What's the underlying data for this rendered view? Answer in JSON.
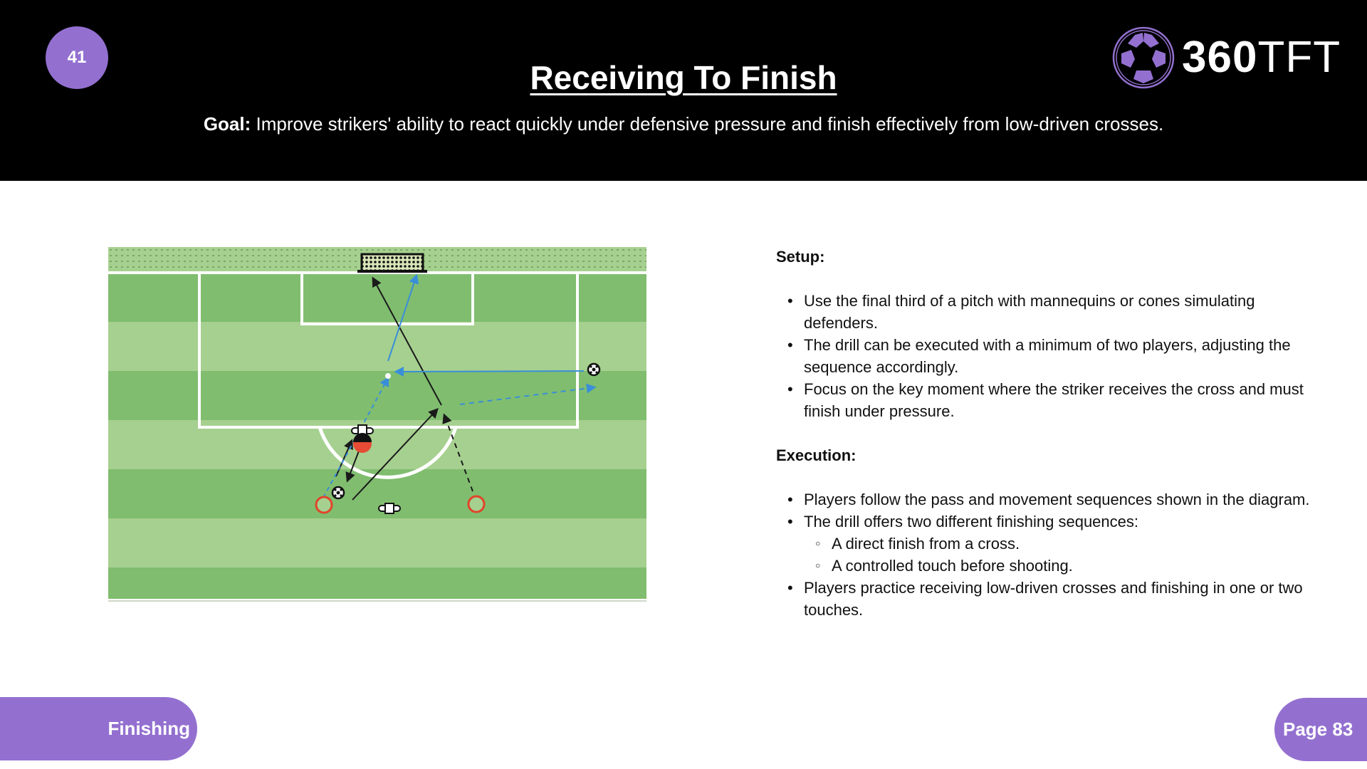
{
  "header": {
    "drill_number": "41",
    "title": "Receiving To Finish",
    "goal_label": "Goal:",
    "goal_text": " Improve strikers' ability to react quickly under defensive pressure and finish effectively from low-driven crosses."
  },
  "logo": {
    "icon": "soccer-ball-icon",
    "number": "360",
    "letters": "TFT"
  },
  "colors": {
    "accent": "#9370d0",
    "header_bg": "#000000",
    "pitch_dark": "#80bd6f",
    "pitch_light": "#a6d08f",
    "pass_blue": "#3a8fd8",
    "cone_red": "#e0452b",
    "player_red": "#e64b35"
  },
  "diagram": {
    "description": "Final third pitch diagram with goal, penalty box, D arc, two red cone markers, two mannequins, one defender (red/black), two balls, black run arrows and blue pass arrows"
  },
  "setup": {
    "heading": "Setup:",
    "items": [
      "Use the final third of a pitch with mannequins or cones simulating defenders.",
      "The drill can be executed with a minimum of two players, adjusting the sequence accordingly.",
      "Focus on the key moment where the striker receives the cross and must finish under pressure."
    ]
  },
  "execution": {
    "heading": "Execution:",
    "items": [
      "Players follow the pass and movement sequences shown in the diagram.",
      "The drill offers two different finishing sequences:"
    ],
    "sub_items": [
      "A direct finish from a cross.",
      "A controlled touch before shooting."
    ],
    "final_item": "Players practice receiving low-driven crosses and finishing in one or two touches."
  },
  "footer": {
    "category": "Finishing",
    "page": "Page 83"
  }
}
